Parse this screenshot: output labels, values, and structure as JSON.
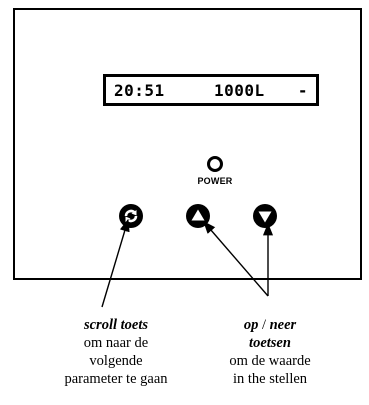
{
  "display": {
    "time": "20:51",
    "volume": "1000L",
    "sign": "-"
  },
  "power": {
    "label": "POWER"
  },
  "buttons": {
    "scroll_icon": "scroll-refresh-icon",
    "up_icon": "triangle-up-icon",
    "down_icon": "triangle-down-icon"
  },
  "captions": {
    "scroll": {
      "title": "scroll toets",
      "line1": "om naar de",
      "line2": "volgende",
      "line3": "parameter te gaan"
    },
    "updown": {
      "title_op": "op",
      "title_sep": " / ",
      "title_neer": "neer",
      "title2": "toetsen",
      "line1": "om de waarde",
      "line2": "in the stellen"
    }
  }
}
